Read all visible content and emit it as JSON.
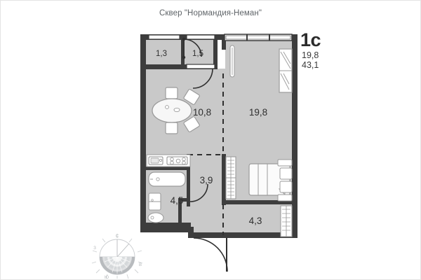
{
  "header": {
    "title": "Сквер \"Нормандия-Неман\""
  },
  "summary": {
    "type_code": "1с",
    "living_area": "19,8",
    "total_area": "43,1"
  },
  "floorplan": {
    "rooms": [
      {
        "id": "wc",
        "label": "1,3"
      },
      {
        "id": "entry-hall",
        "label": "1,5"
      },
      {
        "id": "kitchen",
        "label": "10,8"
      },
      {
        "id": "living",
        "label": "19,8"
      },
      {
        "id": "corridor",
        "label": "3,9"
      },
      {
        "id": "bathroom",
        "label": "4,5"
      },
      {
        "id": "loggia",
        "label": "4,3"
      }
    ]
  },
  "compass": {
    "north": "С",
    "south": "Ю",
    "east": "В",
    "west": "З"
  },
  "colors": {
    "wall": "#3d3d3d",
    "room_fill": "#c9c9c9",
    "furniture_stroke": "#9b9b9b",
    "furniture_fill": "#ffffff",
    "title_text": "#5f6468",
    "label_text": "#2f2f2f",
    "compass": "#b9bcbe"
  }
}
